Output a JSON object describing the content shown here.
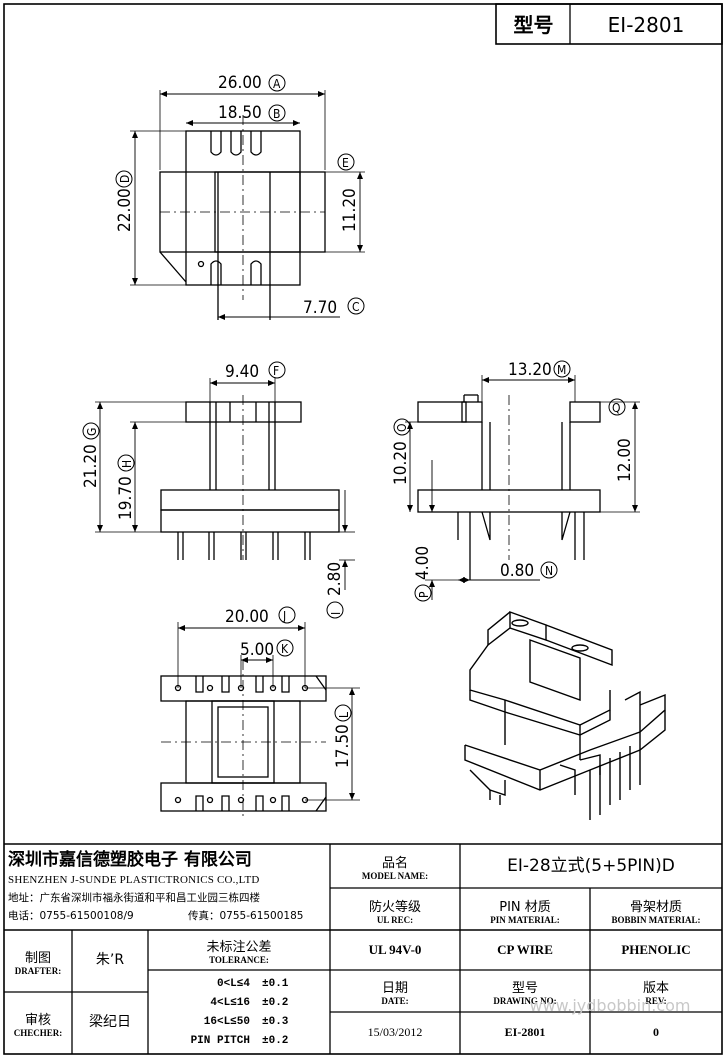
{
  "header": {
    "type_label": "型号",
    "type_value": "EI-2801"
  },
  "dimensions": {
    "top_width": "26.00",
    "top_width_id": "A",
    "top_inner": "18.50",
    "top_inner_id": "B",
    "top_height": "22.00",
    "top_height_id": "D",
    "top_core": "11.20",
    "top_core_id": "E",
    "top_slot": "7.70",
    "top_slot_id": "C",
    "front_core": "9.40",
    "front_core_id": "F",
    "front_total_h": "21.20",
    "front_total_h_id": "G",
    "front_body_h": "19.70",
    "front_body_h_id": "H",
    "front_pin_offset": "2.80",
    "front_pin_offset_id": "I",
    "side_width": "13.20",
    "side_width_id": "M",
    "side_body_h": "10.20",
    "side_body_h_id": "O",
    "side_total_h": "12.00",
    "side_total_h_id": "Q",
    "side_pin_len": "4.00",
    "side_pin_len_id": "P",
    "side_pin_dia": "0.80",
    "side_pin_dia_id": "N",
    "bottom_pin_span": "20.00",
    "bottom_pin_span_id": "J",
    "bottom_pitch": "5.00",
    "bottom_pitch_id": "K",
    "bottom_row_span": "17.50",
    "bottom_row_span_id": "L"
  },
  "company": {
    "name_cn": "深圳市嘉信德塑胶电子 有限公司",
    "name_en": "SHENZHEN J-SUNDE PLASTICTRONICS CO.,LTD",
    "address": "地址：广东省深圳市福永街道和平和昌工业园三栋四楼",
    "phone": "电话：0755-61500108/9",
    "fax": "传真：0755-61500185"
  },
  "title_block": {
    "model_name_cn": "品名",
    "model_name_en": "MODEL NAME:",
    "model_name_value": "EI-28立式(5+5PIN)D",
    "ul_cn": "防火等级",
    "ul_en": "UL REC:",
    "pin_cn": "PIN 材质",
    "pin_en": "PIN MATERIAL:",
    "bobbin_cn": "骨架材质",
    "bobbin_en": "BOBBIN MATERIAL:",
    "ul_value": "UL 94V-0",
    "pin_value": "CP WIRE",
    "bobbin_value": "PHENOLIC",
    "date_cn": "日期",
    "date_en": "DATE:",
    "drawing_cn": "型号",
    "drawing_en": "DRAWING NO:",
    "rev_cn": "版本",
    "rev_en": "REV:",
    "date_value": "15/03/2012",
    "drawing_value": "EI-2801",
    "rev_value": "0",
    "drafter_cn": "制图",
    "drafter_en": "DRAFTER:",
    "drafter_value": "朱’R",
    "checker_cn": "审核",
    "checker_en": "CHECHER:",
    "checker_value": "梁纪日",
    "tolerance_cn": "未标注公差",
    "tolerance_en": "TOLERANCE:",
    "tolerances": [
      {
        "range": "0<L≤4",
        "value": "±0.1"
      },
      {
        "range": "4<L≤16",
        "value": "±0.2"
      },
      {
        "range": "16<L≤50",
        "value": "±0.3"
      },
      {
        "range": "PIN PITCH",
        "value": "±0.2"
      }
    ]
  },
  "watermark": "www.jydbobbin.com"
}
